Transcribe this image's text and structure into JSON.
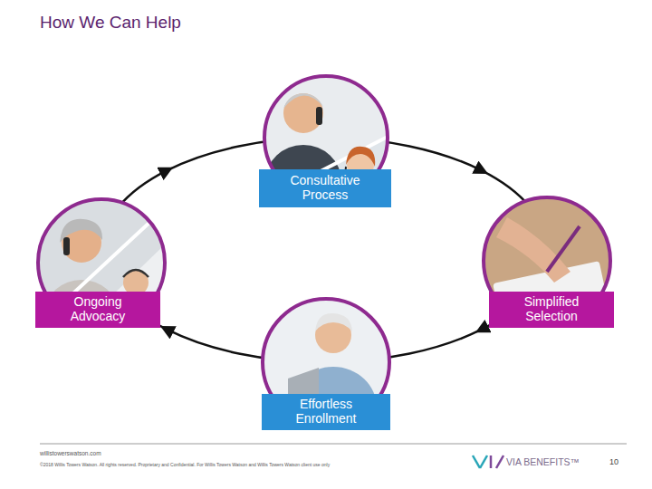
{
  "diagram": {
    "title": "How We Can Help",
    "nodes": [
      {
        "text": [
          "Consultative Process"
        ]
      },
      {
        "text": [
          "Ongoing Advocacy"
        ]
      },
      {
        "text": [
          "Simplified Selection"
        ]
      },
      {
        "text": [
          "Effortless Enrollment"
        ]
      }
    ],
    "edges": [
      {
        "from": 0,
        "to": 2,
        "arrow": "to"
      },
      {
        "from": 2,
        "to": 3,
        "arrow": "to"
      },
      {
        "from": 3,
        "to": 1,
        "arrow": "to"
      },
      {
        "from": 1,
        "to": 0,
        "arrow": "to"
      }
    ],
    "labels": [
      "willistowerswatson.com",
      "©2018 Willis Towers Watson. All rights reserved. Proprietary and Confidential. For Willis Towers Watson and Willis Towers Watson client use only",
      "VIA BENEFITS™",
      "10"
    ]
  }
}
